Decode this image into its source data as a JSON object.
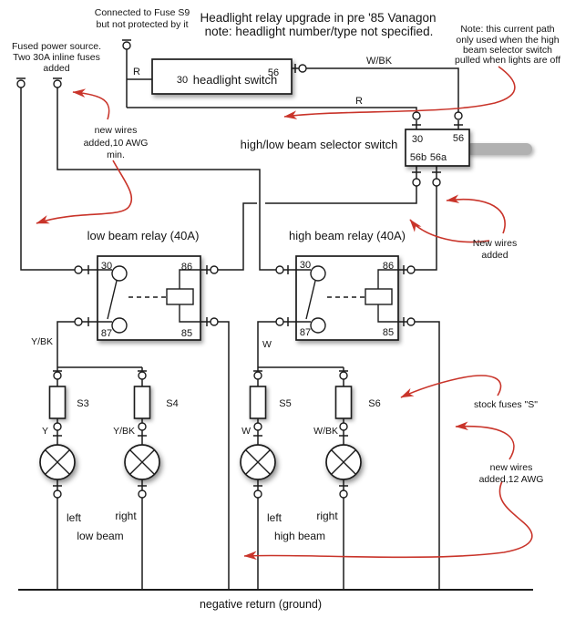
{
  "title": [
    "Headlight relay upgrade in pre '85 Vanagon",
    "note: headlight number/type not specified."
  ],
  "notes": {
    "fuse_s9": [
      "Connected to Fuse S9",
      "but not protected by it"
    ],
    "fused_power": [
      "Fused power source.",
      "Two 30A inline fuses",
      "added"
    ],
    "current_path": [
      "Note: this current path",
      "only used when the high",
      "beam selector switch",
      "pulled when lights are off"
    ],
    "new_wires_10awg": [
      "new wires",
      "added,10 AWG",
      "min."
    ],
    "new_wires_added": [
      "New wires",
      "added"
    ],
    "stock_fuses": "stock fuses \"S\"",
    "new_wires_12awg": [
      "new wires",
      "added,12 AWG"
    ]
  },
  "components": {
    "headlight_switch": {
      "label": "headlight switch",
      "t30": "30",
      "t56": "56"
    },
    "selector_switch": {
      "label": "high/low beam selector switch",
      "t30": "30",
      "t56": "56",
      "t56b": "56b",
      "t56a": "56a"
    },
    "low_relay": {
      "label": "low beam relay (40A)",
      "t30": "30",
      "t86": "86",
      "t87": "87",
      "t85": "85"
    },
    "high_relay": {
      "label": "high beam relay (40A)",
      "t30": "30",
      "t86": "86",
      "t87": "87",
      "t85": "85"
    },
    "fuses": [
      "S3",
      "S4",
      "S5",
      "S6"
    ]
  },
  "wire_labels": {
    "r_switch": "R",
    "wbk_switch": "W/BK",
    "r_selector": "R",
    "ybk_relay_out": "Y/BK",
    "w_relay_out": "W",
    "y_lamp": "Y",
    "ybk_lamp": "Y/BK",
    "w_lamp": "W",
    "wbk_lamp": "W/BK"
  },
  "beam_labels": {
    "low": {
      "left": "left",
      "right": "right",
      "name": "low beam"
    },
    "high": {
      "left": "left",
      "right": "right",
      "name": "high beam"
    }
  },
  "ground_label": "negative return (ground)",
  "colors": {
    "wire": "#1c1c1c",
    "annotation": "#c9342a",
    "lever": "#b1b1b1"
  }
}
